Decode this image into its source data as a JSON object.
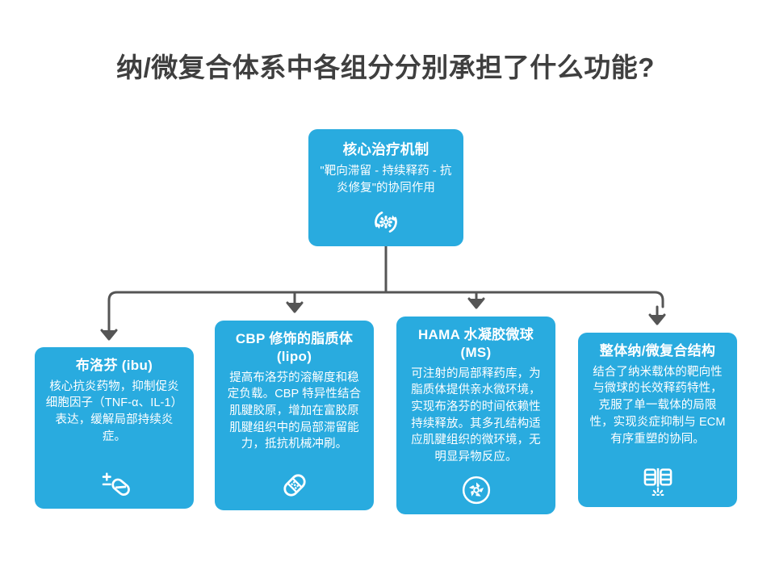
{
  "page": {
    "title": "纳/微复合体系中各组分分别承担了什么功能?",
    "background_color": "#ffffff",
    "node_color": "#29ABDF",
    "connector_color": "#555555",
    "title_color": "#3f3f3f"
  },
  "diagram": {
    "type": "tree",
    "root": {
      "id": "core-mechanism",
      "title": "核心治疗机制",
      "description": "\"靶向滞留 - 持续释药 - 抗炎修复\"的协同作用",
      "icon": "gear-sync-icon"
    },
    "children": [
      {
        "id": "ibuprofen",
        "title": "布洛芬 (ibu)",
        "description": "核心抗炎药物，抑制促炎细胞因子（TNF-α、IL-1）表达，缓解局部持续炎症。",
        "icon": "pill-plus-minus-icon"
      },
      {
        "id": "cbp-liposome",
        "title": "CBP 修饰的脂质体 (lipo)",
        "description": "提高布洛芬的溶解度和稳定负载。CBP 特异性结合肌腱胶原，增加在富胶原肌腱组织中的局部滞留能力，抵抗机械冲刷。",
        "icon": "bandage-icon"
      },
      {
        "id": "hama-microsphere",
        "title": "HAMA 水凝胶微球 (MS)",
        "description": "可注射的局部释药库，为脂质体提供亲水微环境，实现布洛芬的时间依赖性持续释放。其多孔结构适应肌腱组织的微环境，无明显异物反应。",
        "icon": "microsphere-circle-icon"
      },
      {
        "id": "nano-micro-composite",
        "title": "整体纳/微复合结构",
        "description": "结合了纳米载体的靶向性与微球的长效释药特性，克服了单一载体的局限性，实现炎症抑制与 ECM 有序重塑的协同。",
        "icon": "composite-structure-icon"
      }
    ]
  }
}
